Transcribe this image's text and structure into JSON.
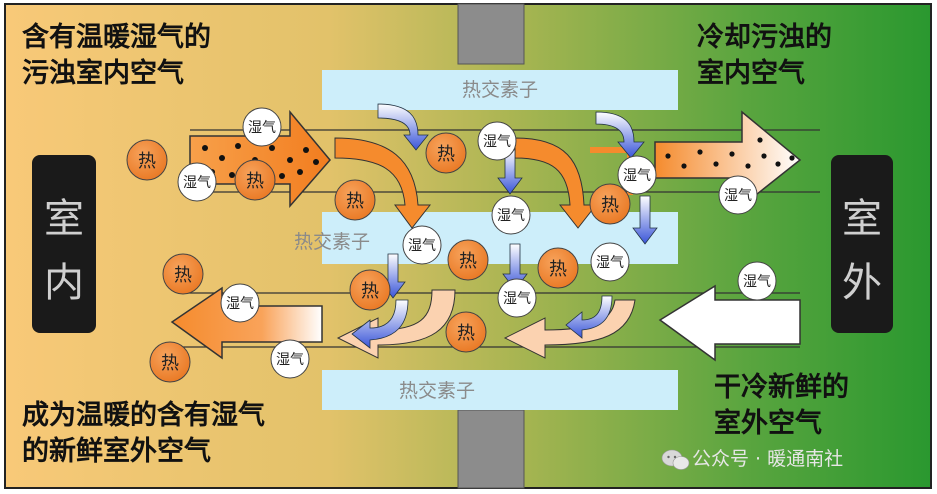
{
  "labels": {
    "top_left": [
      "含有温暖湿气的",
      "污浊室内空气"
    ],
    "top_right": [
      "冷却污浊的",
      "室内空气"
    ],
    "bottom_left": [
      "成为温暖的含有湿气",
      "的新鲜室外空气"
    ],
    "bottom_right": [
      "干冷新鲜的",
      "室外空气"
    ],
    "indoor": [
      "室",
      "内"
    ],
    "outdoor": [
      "室",
      "外"
    ],
    "element_top": "热交素子",
    "element_mid": "热交素子",
    "element_bottom": "热交素子",
    "heat": "热",
    "moisture": "湿气",
    "watermark": "公众号 · 暖通南社"
  },
  "colors": {
    "warm_side": "#f7c978",
    "cool_side": "#2e9a32",
    "warm_arrow": "#f58b2d",
    "cold_arrow": "#ffffff",
    "heat_ball": "#f08a3a",
    "element_fill": "#cdeefa",
    "moisture_arrow": "#3a55d8",
    "indoor_box": "#1a1a1a"
  },
  "icons": [
    "heat-ball-icon",
    "moisture-ball-icon",
    "moisture-arrow-icon",
    "wechat-icon"
  ]
}
